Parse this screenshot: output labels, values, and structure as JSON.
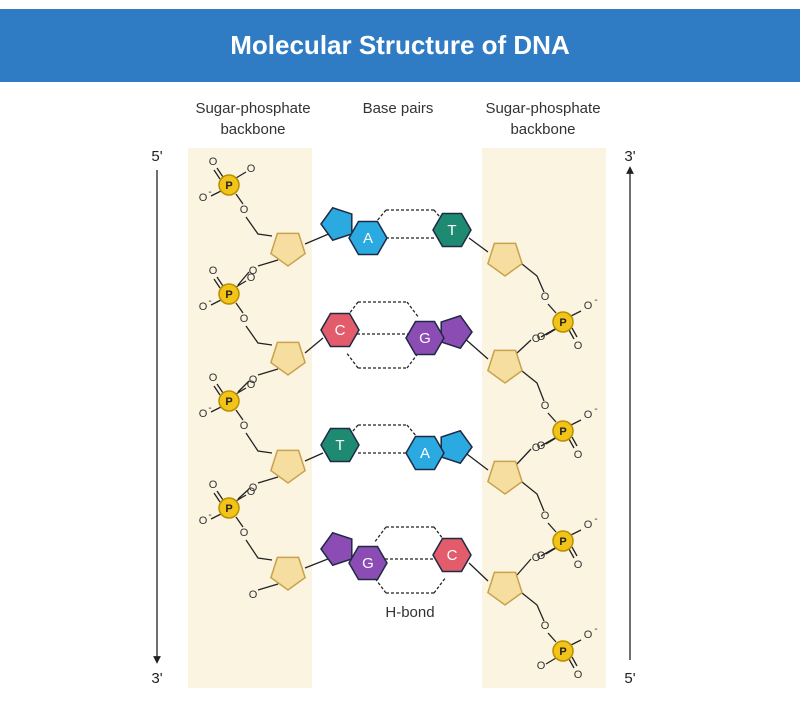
{
  "title": "Molecular Structure of DNA",
  "labels": {
    "left_backbone_line1": "Sugar-phosphate",
    "left_backbone_line2": "backbone",
    "base_pairs": "Base pairs",
    "right_backbone_line1": "Sugar-phosphate",
    "right_backbone_line2": "backbone",
    "hbond": "H-bond"
  },
  "ends": {
    "left_top": "5'",
    "left_bottom": "3'",
    "right_top": "3'",
    "right_bottom": "5'"
  },
  "atoms": {
    "phosphorus": "P",
    "oxygen": "O",
    "oxygen_charged": "O",
    "charge": "-"
  },
  "base_pairs": [
    {
      "left": "A",
      "right": "T"
    },
    {
      "left": "C",
      "right": "G"
    },
    {
      "left": "T",
      "right": "A"
    },
    {
      "left": "G",
      "right": "C"
    }
  ],
  "colors": {
    "banner": "#2f7cc4",
    "backbone_band": "#fbf4e1",
    "sugar_fill": "#f6dda0",
    "sugar_stroke": "#c9a24a",
    "phosphate_fill": "#f2c318",
    "phosphate_stroke": "#b88f00",
    "A": "#2aaae0",
    "T": "#1f8a72",
    "C": "#e25c6c",
    "G": "#8b4cb4"
  }
}
